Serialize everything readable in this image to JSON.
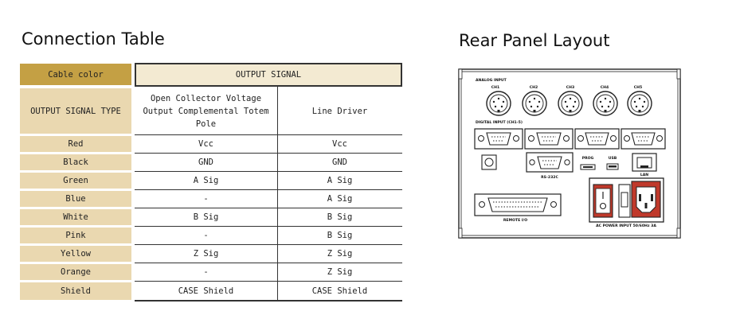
{
  "connection_table": {
    "title": "Connection Table",
    "header": {
      "cable_color": "Cable color",
      "output_signal": "OUTPUT SIGNAL",
      "output_signal_type": "OUTPUT SIGNAL TYPE",
      "open_collector": "Open Collector  Voltage Output  Complemental Totem Pole",
      "line_driver": "Line Driver"
    },
    "rows": [
      {
        "color": "Red",
        "oc": "Vcc",
        "ld": "Vcc"
      },
      {
        "color": "Black",
        "oc": "GND",
        "ld": "GND"
      },
      {
        "color": "Green",
        "oc": "A Sig",
        "ld": "A Sig"
      },
      {
        "color": "Blue",
        "oc": "-",
        "ld": "A Sig"
      },
      {
        "color": "White",
        "oc": "B Sig",
        "ld": "B Sig"
      },
      {
        "color": "Pink",
        "oc": "-",
        "ld": "B Sig"
      },
      {
        "color": "Yellow",
        "oc": "Z Sig",
        "ld": "Z Sig"
      },
      {
        "color": "Orange",
        "oc": "-",
        "ld": "Z Sig"
      },
      {
        "color": "Shield",
        "oc": "CASE Shield",
        "ld": "CASE Shield"
      }
    ],
    "colors": {
      "header_gold": "#c4a044",
      "header_cream": "#f3ead2",
      "row_tan": "#ead8b0"
    }
  },
  "rear_panel": {
    "title": "Rear Panel Layout",
    "labels": {
      "analog_input": "ANALOG INPUT",
      "channels": [
        "CH1",
        "CH2",
        "CH3",
        "CH4",
        "CH5"
      ],
      "digital_input": "DIGITAL INPUT (CH1-5)",
      "rs232c": "RS-232C",
      "prog": "PROG",
      "usb": "USB",
      "lan": "LAN",
      "remote_io": "REMOTE I/O",
      "ac_power": "AC POWER INPUT 50/60Hz 3A"
    }
  }
}
